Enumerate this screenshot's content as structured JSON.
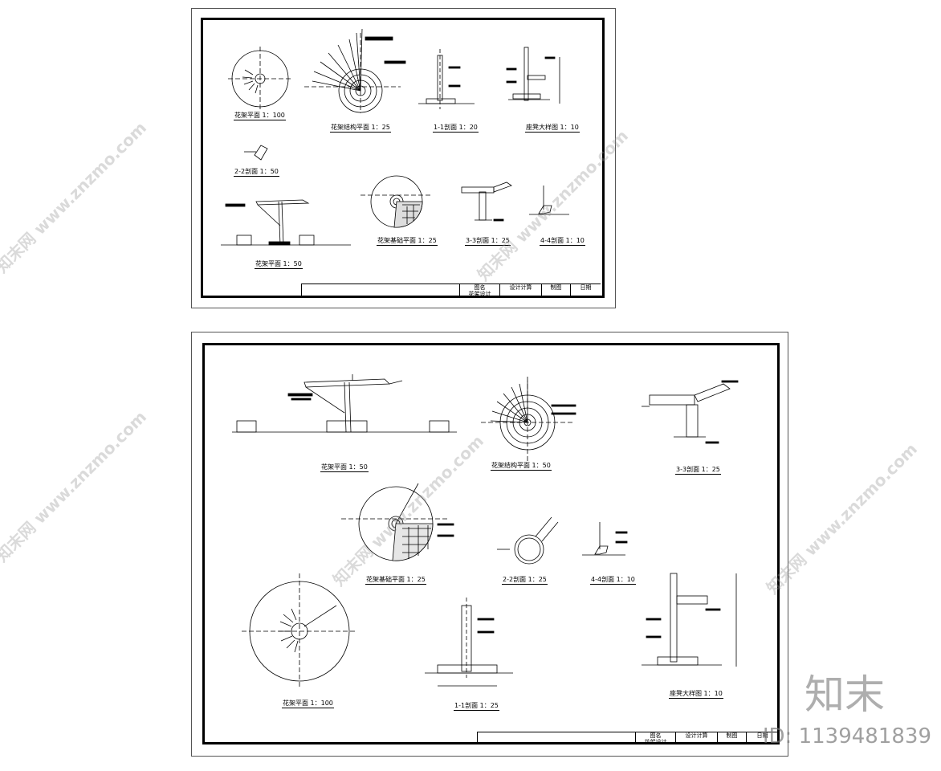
{
  "sheet_top": {
    "captions": [
      "花架平面 1：100",
      "花架结构平面 1：25",
      "1-1剖面 1：20",
      "座凳大样图 1：10",
      "2-2剖面 1：50",
      "花架平面 1：50",
      "花架基础平面 1：25",
      "3-3剖面 1：25",
      "4-4剖面 1：10"
    ],
    "title_block": {
      "cells": [
        "图名",
        "设计计算",
        "制图",
        "日期"
      ],
      "name": "花架设计"
    }
  },
  "sheet_bottom": {
    "captions": [
      "花架平面 1：50",
      "花架结构平面 1：50",
      "3-3剖面 1：25",
      "花架基础平面 1：25",
      "2-2剖面 1：25",
      "4-4剖面 1：10",
      "花架平面 1：100",
      "1-1剖面 1：25",
      "座凳大样图 1：10"
    ],
    "title_block": {
      "cells": [
        "图名",
        "设计计算",
        "制图",
        "日期"
      ],
      "name": "花架设计"
    }
  },
  "watermark": {
    "text": "知末网 www.znzmo.com",
    "brand": "知末",
    "id": "ID: 1139481839"
  }
}
